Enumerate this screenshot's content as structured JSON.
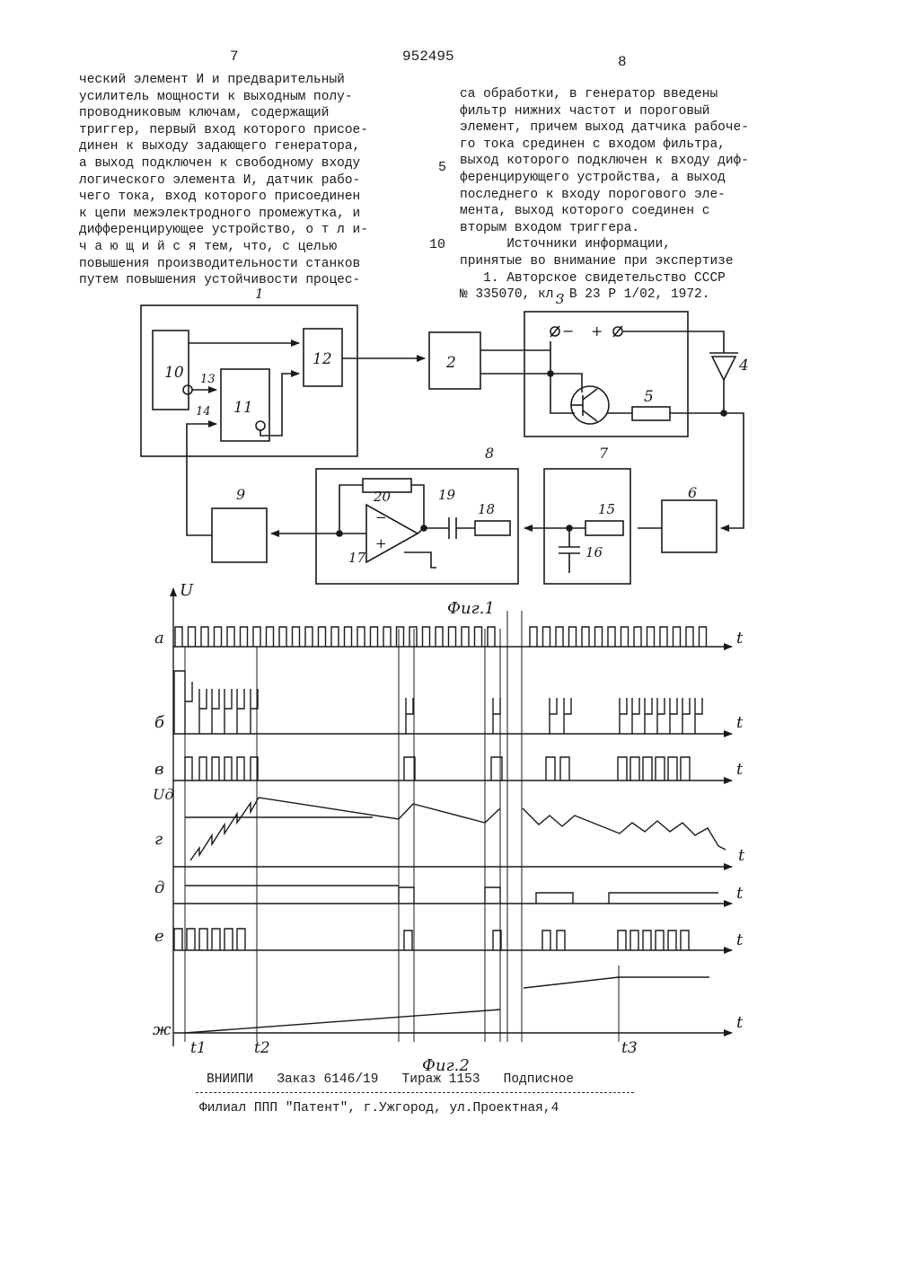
{
  "header": {
    "page_left": "7",
    "patent_number": "952495",
    "page_right": "8"
  },
  "left_column": [
    "ческий элемент И и предварительный",
    "усилитель мощности к выходным полу-",
    "проводниковым ключам, содержащий",
    "триггер, первый вход которого присое-",
    "динен к выходу задающего генератора,",
    "а выход подключен к свободному входу",
    "логического элемента И, датчик рабо-",
    "чего тока, вход которого присоединен",
    "к цепи межэлектродного промежутка, и",
    "дифференцирующее устройство, о т л и-",
    "ч а ю щ и й с я тем, что, с целью",
    "повышения производительности станков",
    "путем повышения устойчивости процес-"
  ],
  "right_column": [
    "са обработки, в генератор введены",
    "фильтр нижних частот и пороговый",
    "элемент, причем выход датчика рабоче-",
    "го тока срединен с входом фильтра,",
    "выход которого подключен к входу диф-",
    "ференцирующего устройства, а выход",
    "последнего к входу порогового эле-",
    "мента, выход которого соединен с",
    "вторым входом триггера.",
    "      Источники информации,",
    "принятые во внимание при экспертизе",
    "   1. Авторское свидетельство СССР",
    "№ 335070, кл. В 23 Р 1/02, 1972."
  ],
  "line_numbers": {
    "n5": "5",
    "n10": "10"
  },
  "fig1": {
    "caption": "Фиг.1",
    "labels": {
      "b1": "1",
      "b2": "2",
      "b3": "3",
      "b4": "4",
      "b5": "5",
      "b6": "6",
      "b7": "7",
      "b8": "8",
      "b9": "9",
      "b10": "10",
      "b11": "11",
      "b12": "12",
      "p13": "13",
      "p14": "14",
      "b15": "15",
      "b16": "16",
      "b17": "17",
      "b18": "18",
      "b19": "19",
      "b20": "20",
      "minus": "−",
      "plus": "+",
      "op_minus": "−",
      "op_plus": "+"
    }
  },
  "fig2": {
    "caption": "Фиг.2",
    "axis_u": "U",
    "t": "t",
    "ud": "Uд",
    "rows": [
      "а",
      "б",
      "в",
      "г",
      "д",
      "е",
      "ж"
    ],
    "times": [
      "t1",
      "t2",
      "t3"
    ]
  },
  "footer": {
    "line1": "ВНИИПИ   Заказ 6146/19   Тираж 1153   Подписное",
    "line2": "Филиал ППП \"Патент\", г.Ужгород, ул.Проектная,4"
  }
}
